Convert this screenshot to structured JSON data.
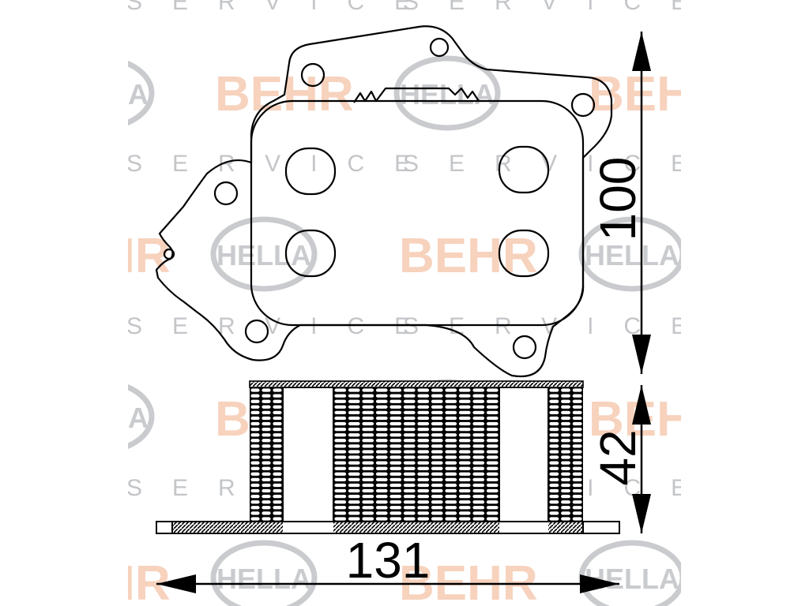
{
  "dimensions": {
    "height": "100",
    "thickness": "42",
    "width": "131"
  },
  "watermark": {
    "brand_behr": "BEHR",
    "brand_hella": "HELLA",
    "service": "SERVICE",
    "behr_color": "#f7d2bd",
    "hella_color": "#c9cbce",
    "service_color": "#c3c5c8"
  },
  "colors": {
    "line": "#000000",
    "hatch": "#000000",
    "background": "#ffffff"
  }
}
